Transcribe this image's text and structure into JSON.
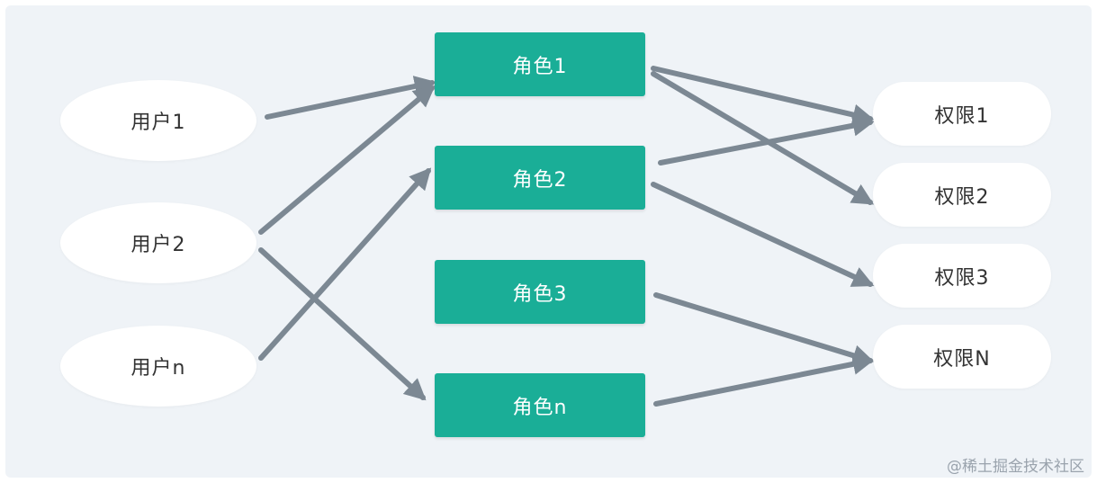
{
  "users": [
    "用户1",
    "用户2",
    "用户n"
  ],
  "roles": [
    "角色1",
    "角色2",
    "角色3",
    "角色n"
  ],
  "permissions": [
    "权限1",
    "权限2",
    "权限3",
    "权限N"
  ],
  "watermark": "@稀土掘金技术社区",
  "colors": {
    "background": "#eff3f7",
    "role_fill": "#1aae97",
    "arrow": "#7c8893",
    "node_fill": "#ffffff"
  }
}
